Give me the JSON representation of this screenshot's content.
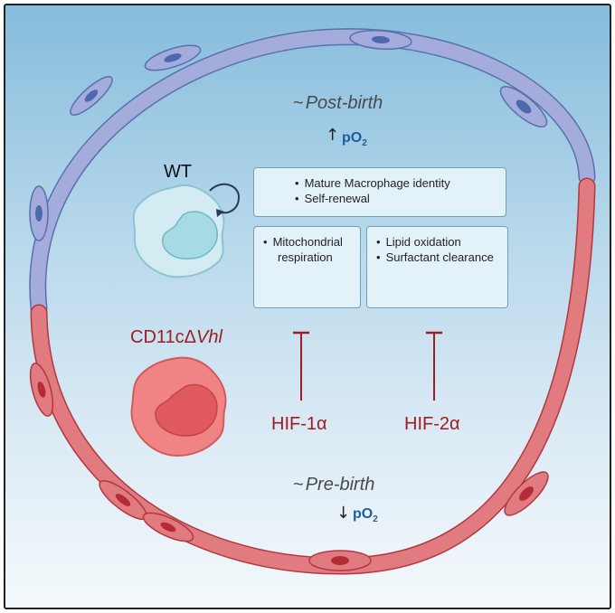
{
  "post_birth": {
    "tilde": "~",
    "label": "Post-birth",
    "arrow": "↑",
    "po2": "pO",
    "po2_sub": "2"
  },
  "pre_birth": {
    "tilde": "~",
    "label": "Pre-birth",
    "arrow": "↓",
    "po2": "pO",
    "po2_sub": "2"
  },
  "wt_label": "WT",
  "mutant_label": {
    "prefix": "CD11cΔ",
    "gene": "Vhl"
  },
  "boxes": {
    "top": [
      "Mature Macrophage identity",
      "Self-renewal"
    ],
    "left": {
      "line1": "Mitochondrial",
      "line2": "respiration"
    },
    "right": [
      "Lipid oxidation",
      "Surfactant clearance"
    ]
  },
  "inhibitors": [
    "HIF-1α",
    "HIF-2α"
  ],
  "colors": {
    "blue_vessel": "#9da6d6",
    "red_vessel": "#e0757b",
    "wt_cell": "#d3ecf2",
    "mutant_cell": "#f07f80",
    "inhibitor": "#9e1c22",
    "po2": "#1e5d9a"
  },
  "icons": [
    "mitochondrion-icon",
    "lipid-droplet-icon",
    "self-renewal-arrow-icon"
  ]
}
